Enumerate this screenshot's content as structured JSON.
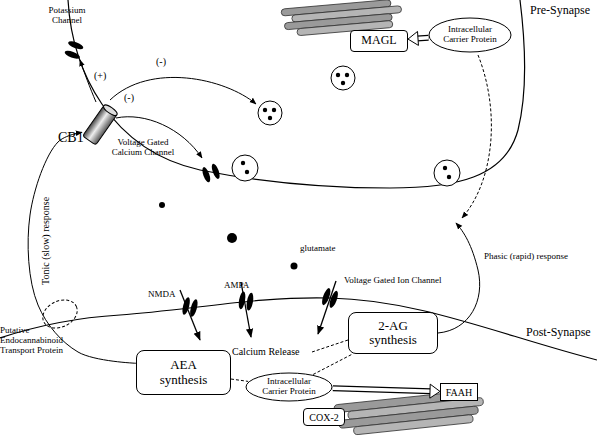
{
  "diagram": {
    "nodes": [
      {
        "text": [
          "MAGL"
        ]
      },
      {
        "text": [
          "Intracellular Carrier Protein"
        ]
      },
      {
        "text": [
          "CB1"
        ]
      },
      {
        "text": [
          "2-AG synthesis"
        ]
      },
      {
        "text": [
          "Putative Endocannabinoid Transport Protein"
        ]
      },
      {
        "text": [
          "AEA synthesis"
        ]
      },
      {
        "text": [
          "Intracellular Carrier Protein"
        ]
      },
      {
        "text": [
          "FAAH"
        ]
      },
      {
        "text": [
          "COX-2"
        ]
      }
    ],
    "edges": [
      {
        "from": 1,
        "to": 0,
        "arrow": "to"
      },
      {
        "from": 5,
        "to": 2,
        "arrow": "to",
        "label": "Tonic (slow) response"
      },
      {
        "from": 5,
        "to": 6,
        "arrow": "none"
      },
      {
        "from": 6,
        "to": 3,
        "arrow": "none"
      },
      {
        "from": 6,
        "to": 7,
        "arrow": "to"
      }
    ],
    "labels": [
      "Pre-Synapse",
      "Potassium Channel",
      "(+)",
      "(-)",
      "(-)",
      "Voltage Gated Calcium Channel",
      "glutamate",
      "NMDA",
      "AMPA",
      "Voltage Gated Ion Channel",
      "Calcium Release",
      "Phasic (rapid) response",
      "Post-Synapse"
    ]
  }
}
